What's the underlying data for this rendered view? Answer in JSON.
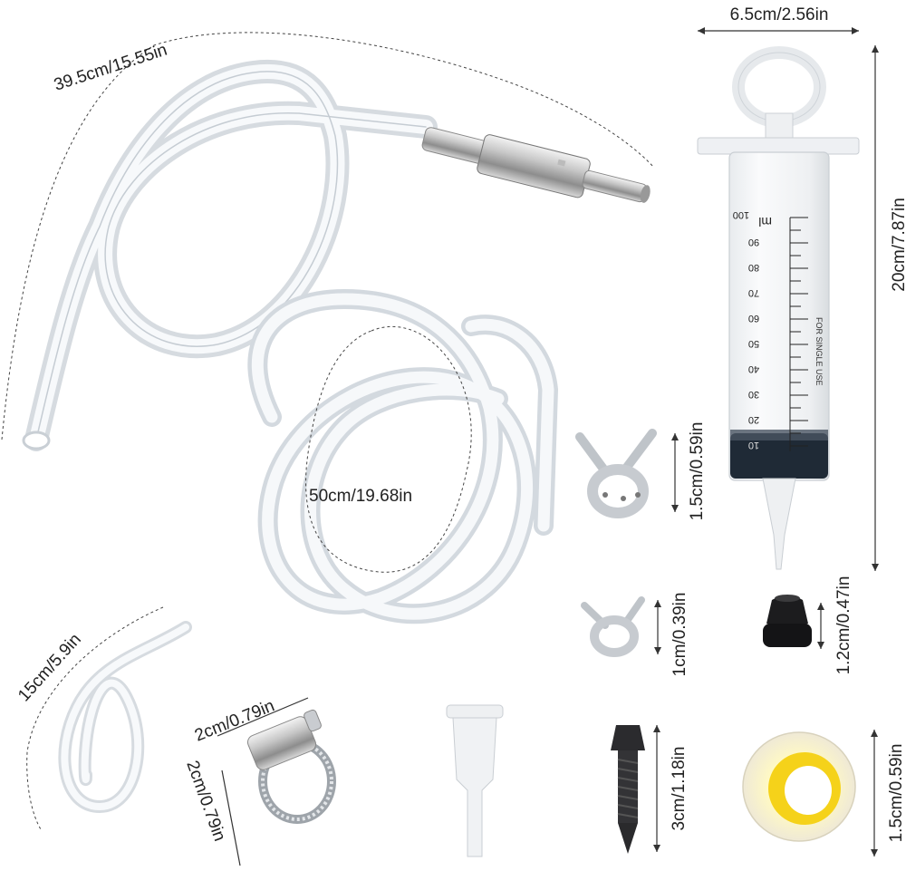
{
  "labels": {
    "long_tube": "39.5cm/15.55in",
    "syringe_width": "6.5cm/2.56in",
    "syringe_height": "20cm/7.87in",
    "coiled_tube": "50cm/19.68in",
    "clip_large": "1.5cm/0.59in",
    "clip_small": "1cm/0.39in",
    "rubber_cap": "1.2cm/0.47in",
    "short_tube": "15cm/5.9in",
    "hose_clamp_top": "2cm/0.79in",
    "hose_clamp_side": "2cm/0.79in",
    "bleed_screw": "3cm/1.18in",
    "tape": "1.5cm/0.59in"
  },
  "syringe": {
    "unit": "ml",
    "ticks": [
      "100",
      "90",
      "80",
      "70",
      "60",
      "50",
      "40",
      "30",
      "20",
      "10"
    ],
    "note": "FOR SINGLE USE"
  }
}
